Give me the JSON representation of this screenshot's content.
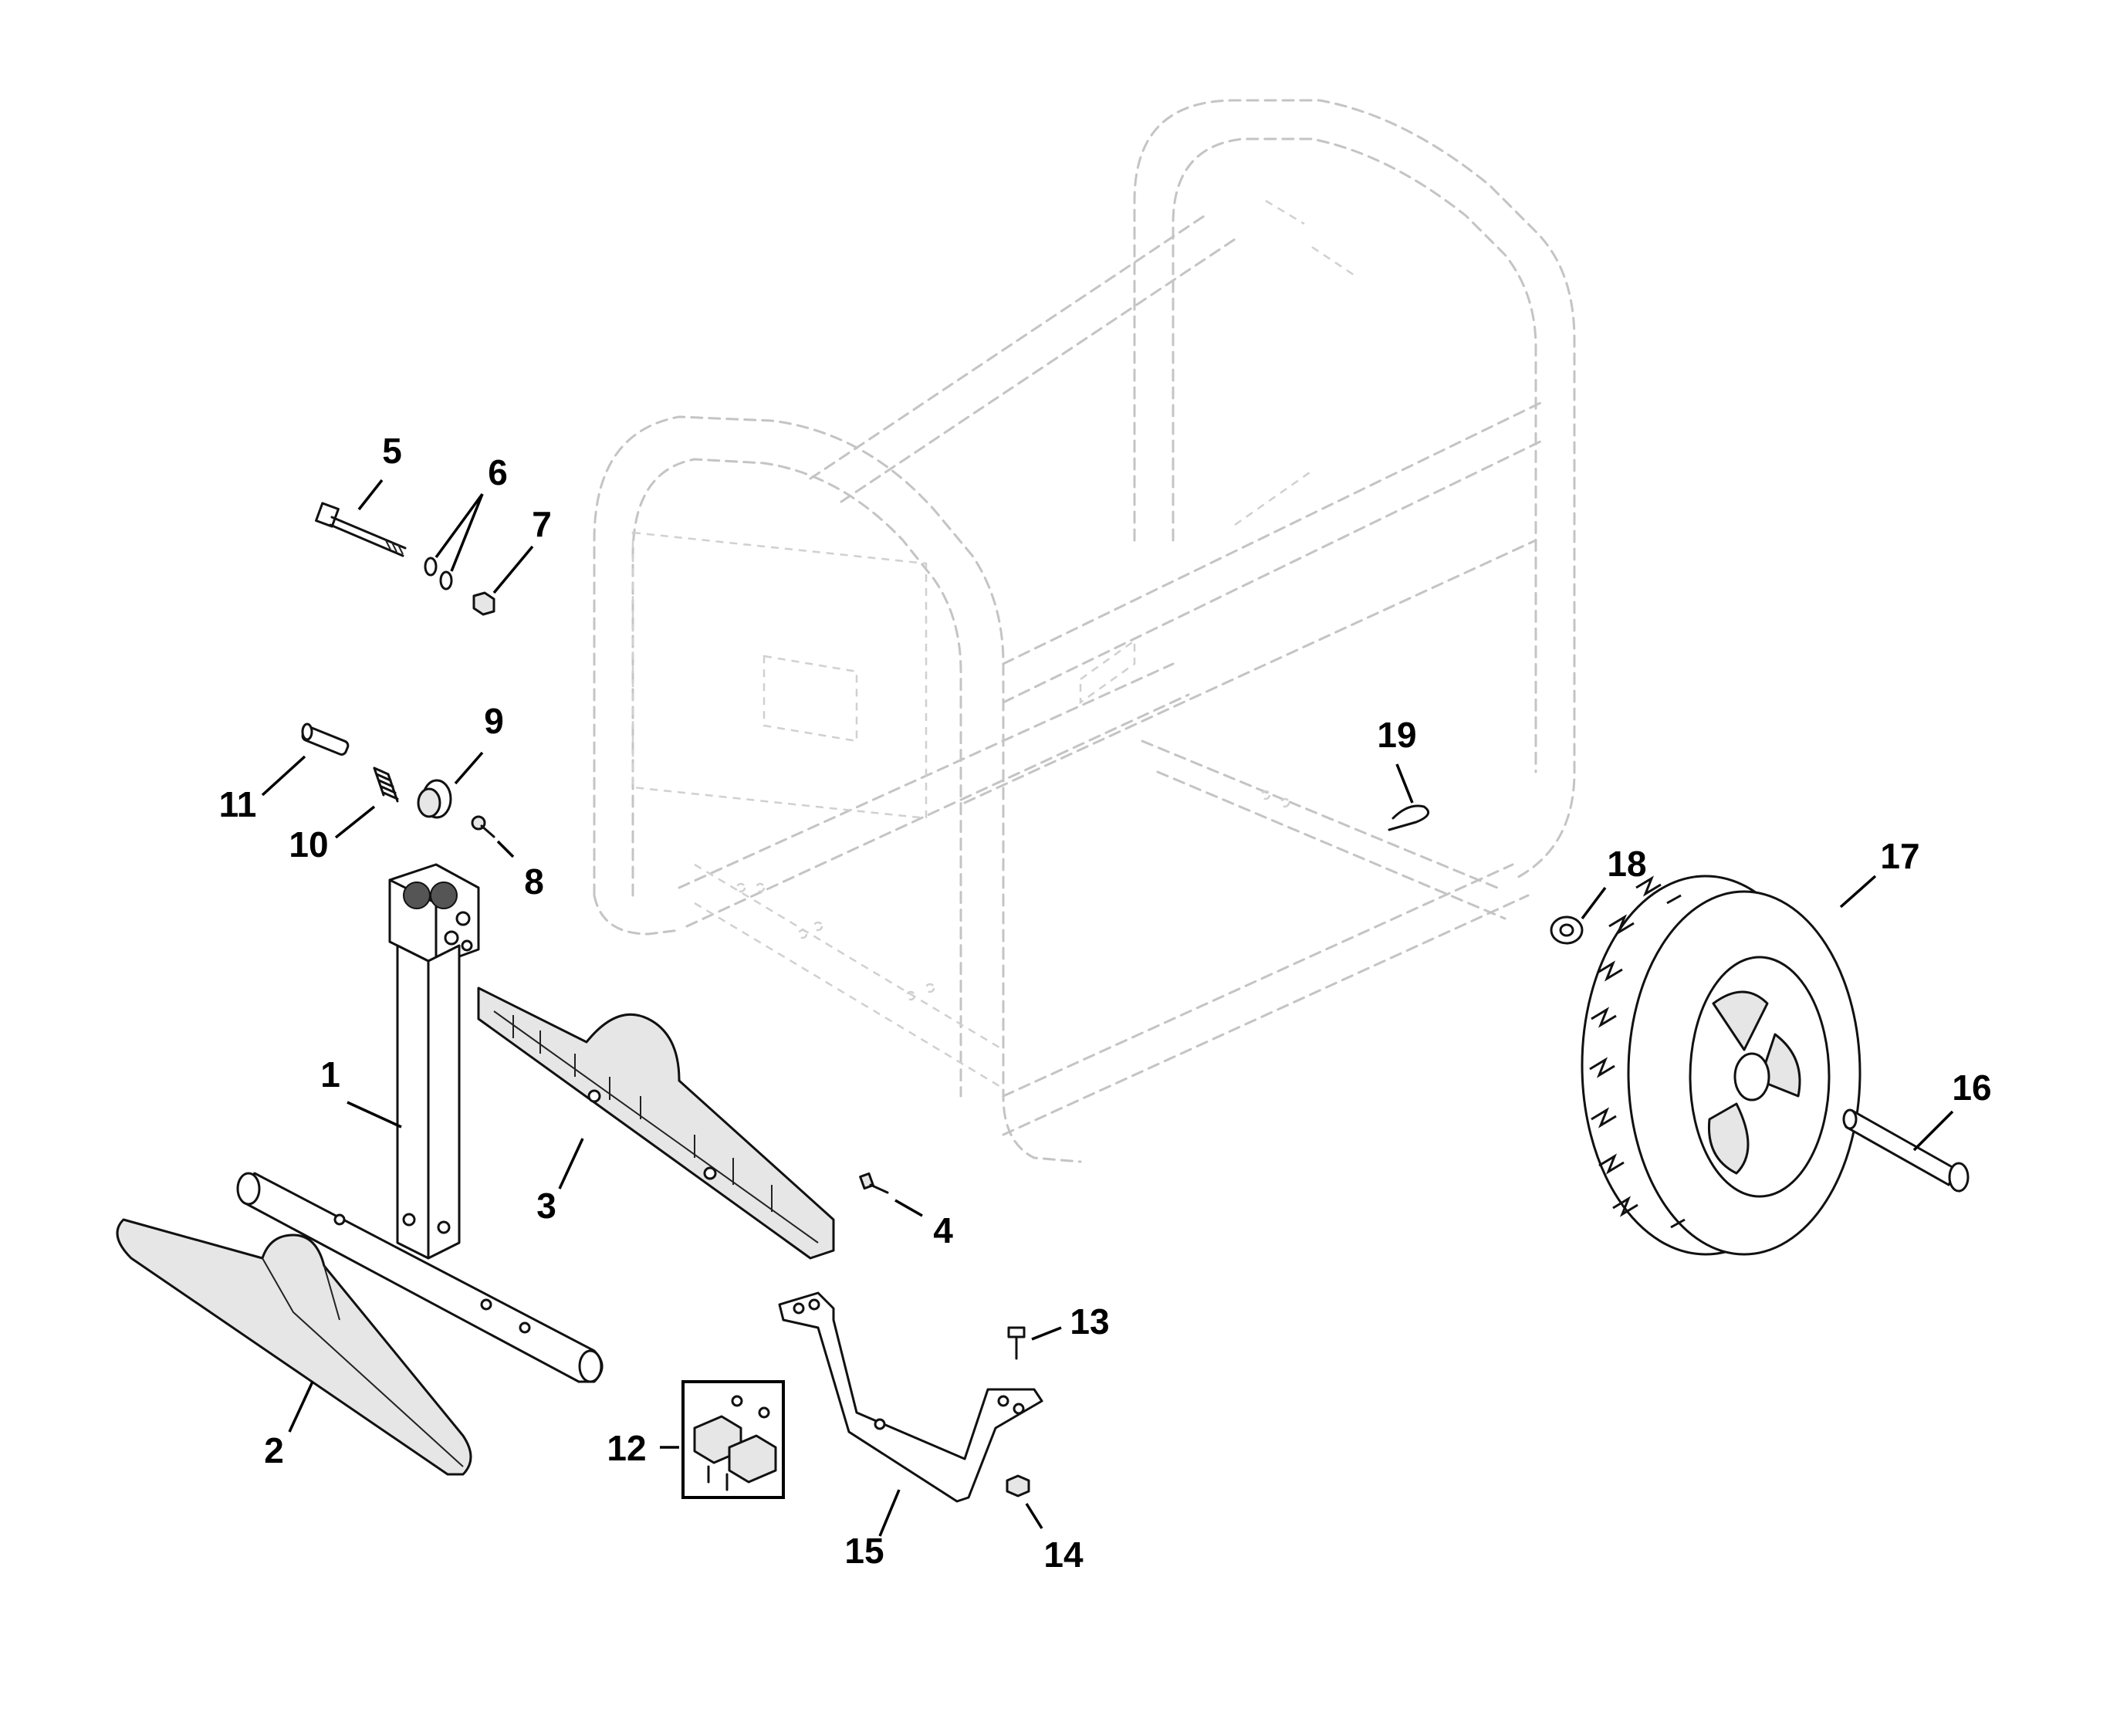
{
  "diagram": {
    "callouts": [
      {
        "id": "1",
        "label": "1"
      },
      {
        "id": "2",
        "label": "2"
      },
      {
        "id": "3",
        "label": "3"
      },
      {
        "id": "4",
        "label": "4"
      },
      {
        "id": "5",
        "label": "5"
      },
      {
        "id": "6",
        "label": "6"
      },
      {
        "id": "7",
        "label": "7"
      },
      {
        "id": "8",
        "label": "8"
      },
      {
        "id": "9",
        "label": "9"
      },
      {
        "id": "10",
        "label": "10"
      },
      {
        "id": "11",
        "label": "11"
      },
      {
        "id": "12",
        "label": "12"
      },
      {
        "id": "13",
        "label": "13"
      },
      {
        "id": "14",
        "label": "14"
      },
      {
        "id": "15",
        "label": "15"
      },
      {
        "id": "16",
        "label": "16"
      },
      {
        "id": "17",
        "label": "17"
      },
      {
        "id": "18",
        "label": "18"
      },
      {
        "id": "19",
        "label": "19"
      }
    ],
    "colors": {
      "ink": "#111111",
      "frame_ghost": "#c4c4c4",
      "background": "#ffffff"
    }
  }
}
